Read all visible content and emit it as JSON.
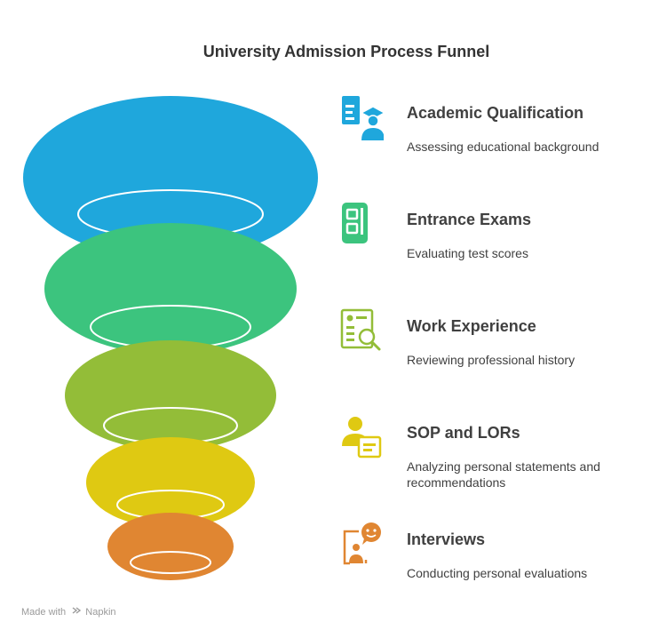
{
  "title": "University Admission Process Funnel",
  "colors": {
    "academic": "#1fa7dc",
    "exams": "#3cc47e",
    "experience": "#93bd38",
    "sop": "#dfc912",
    "interviews": "#e08632",
    "text": "#404040"
  },
  "steps": [
    {
      "title": "Academic Qualification",
      "description": "Assessing educational background",
      "icon": "graduate-icon"
    },
    {
      "title": "Entrance Exams",
      "description": "Evaluating test scores",
      "icon": "exam-sheet-icon"
    },
    {
      "title": "Work Experience",
      "description": "Reviewing professional history",
      "icon": "resume-search-icon"
    },
    {
      "title": "SOP and LORs",
      "description": "Analyzing personal statements and recommendations",
      "icon": "person-document-icon"
    },
    {
      "title": "Interviews",
      "description": "Conducting personal evaluations",
      "icon": "interview-icon"
    }
  ],
  "footer": {
    "made_with": "Made with",
    "brand": "Napkin"
  }
}
